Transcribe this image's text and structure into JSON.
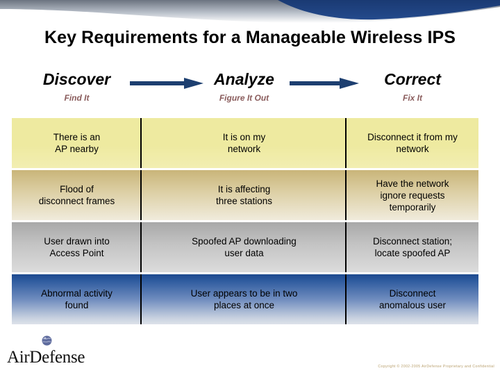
{
  "slide": {
    "title": "Key Requirements for a Manageable Wireless IPS"
  },
  "phases": [
    {
      "title": "Discover",
      "subtitle": "Find It"
    },
    {
      "title": "Analyze",
      "subtitle": "Figure It Out"
    },
    {
      "title": "Correct",
      "subtitle": "Fix It"
    }
  ],
  "arrows": [
    {
      "name": "arrow-discover-to-analyze"
    },
    {
      "name": "arrow-analyze-to-correct"
    }
  ],
  "matrix": {
    "rows": [
      {
        "style": "yellow",
        "cells": [
          "There is an\nAP nearby",
          "It is on my\nnetwork",
          "Disconnect it from my\nnetwork"
        ]
      },
      {
        "style": "tan",
        "cells": [
          "Flood of\ndisconnect frames",
          "It is affecting\nthree stations",
          "Have the network\nignore requests\ntemporarily"
        ]
      },
      {
        "style": "gray",
        "cells": [
          "User drawn into\nAccess Point",
          "Spoofed AP downloading\nuser data",
          "Disconnect station;\nlocate spoofed AP"
        ]
      },
      {
        "style": "blue",
        "cells": [
          "Abnormal activity\nfound",
          "User appears to be in two\nplaces at once",
          "Disconnect\nanomalous user"
        ]
      }
    ]
  },
  "footer": {
    "logo_text": "AirDefense",
    "copyright": "Copyright © 2002-2005 AirDefense Proprietary and Confidential"
  },
  "colors": {
    "header_blue": "#1f3f7a",
    "arrow_blue": "#1d3f70",
    "subtitle_maroon": "#8a5c5c",
    "row_yellow": "#eeeaa0",
    "row_tan": "#c9b579",
    "row_gray": "#b4b4b4",
    "row_blue": "#1d4a8f",
    "copyright_gold": "#b9a06e"
  }
}
